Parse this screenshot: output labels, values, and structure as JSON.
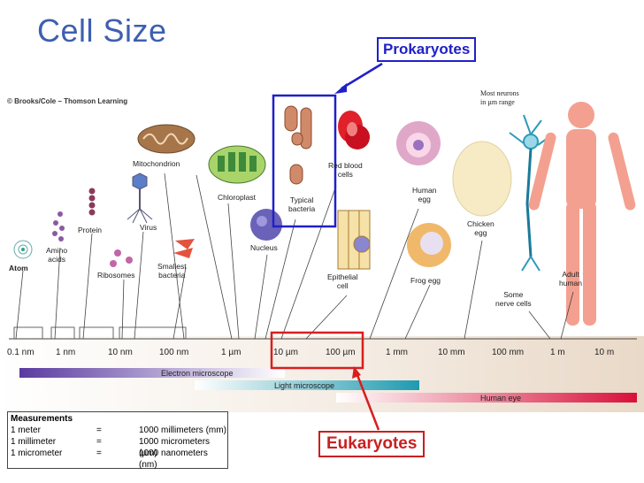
{
  "title": "Cell Size",
  "credit": "© Brooks/Cole – Thomson Learning",
  "callouts": {
    "prokaryotes": "Prokaryotes",
    "eukaryotes": "Eukaryotes"
  },
  "neuron_note": [
    "Most neurons",
    "in µm range"
  ],
  "labels": {
    "atom": "Atom",
    "amino_acids": [
      "Amino",
      "acids"
    ],
    "protein": "Protein",
    "ribosomes": "Ribosomes",
    "virus": "Virus",
    "mitochondrion": "Mitochondrion",
    "smallest_bacteria": [
      "Smallest",
      "bacteria"
    ],
    "chloroplast": "Chloroplast",
    "nucleus": "Nucleus",
    "typical_bacteria": [
      "Typical",
      "bacteria"
    ],
    "red_blood_cells": [
      "Red blood",
      "cells"
    ],
    "epithelial_cell": [
      "Epithelial",
      "cell"
    ],
    "human_egg": [
      "Human",
      "egg"
    ],
    "frog_egg": "Frog egg",
    "chicken_egg": [
      "Chicken",
      "egg"
    ],
    "some_nerve_cells": [
      "Some",
      "nerve cells"
    ],
    "adult_human": [
      "Adult",
      "human"
    ]
  },
  "scale_ticks": [
    "0.1 nm",
    "1 nm",
    "10 nm",
    "100 nm",
    "1 µm",
    "10 µm",
    "100 µm",
    "1 mm",
    "10 mm",
    "100 mm",
    "1 m",
    "10 m"
  ],
  "instruments": {
    "electron": "Electron microscope",
    "light": "Light microscope",
    "eye": "Human eye"
  },
  "measurements": {
    "heading": "Measurements",
    "rows": [
      [
        "1 meter",
        "=",
        "1000 millimeters (mm)"
      ],
      [
        "1 millimeter",
        "=",
        "1000 micrometers (µm)"
      ],
      [
        "1 micrometer",
        "=",
        "1000 nanometers (nm)"
      ]
    ]
  }
}
